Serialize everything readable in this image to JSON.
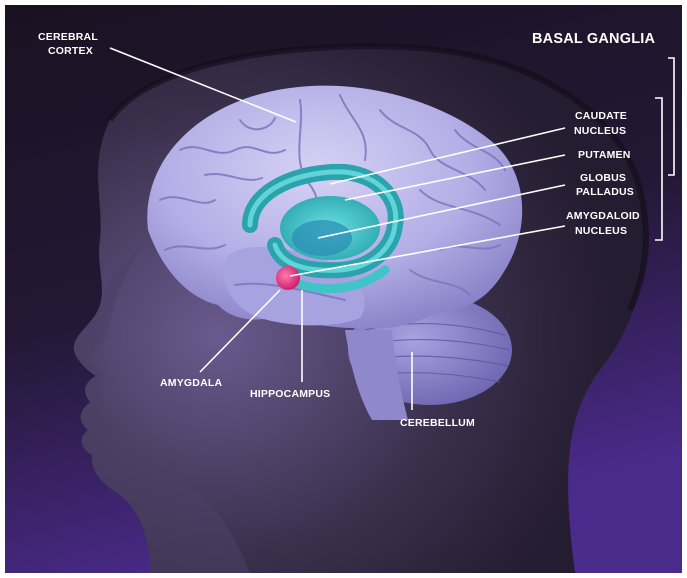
{
  "labels": {
    "cerebral_cortex_1": "CEREBRAL",
    "cerebral_cortex_2": "CORTEX",
    "basal_ganglia": "BASAL GANGLIA",
    "caudate_1": "CAUDATE",
    "caudate_2": "NUCLEUS",
    "putamen": "PUTAMEN",
    "globus_1": "GLOBUS",
    "globus_2": "PALLADUS",
    "amygdaloid_1": "AMYGDALOID",
    "amygdaloid_2": "NUCLEUS",
    "amygdala": "AMYGDALA",
    "hippocampus": "HIPPOCAMPUS",
    "cerebellum": "CEREBELLUM"
  },
  "colors": {
    "background_top": "#1a1222",
    "background_bottom": "#4a2a8a",
    "head_silhouette": "#2c2438",
    "face_highlight": "#5a4a7a",
    "brain": "#b3aee6",
    "brain_shadow": "#7f78c0",
    "basal_ganglia": "#3fc4c8",
    "amygdala": "#e0307a",
    "label": "#ffffff"
  }
}
